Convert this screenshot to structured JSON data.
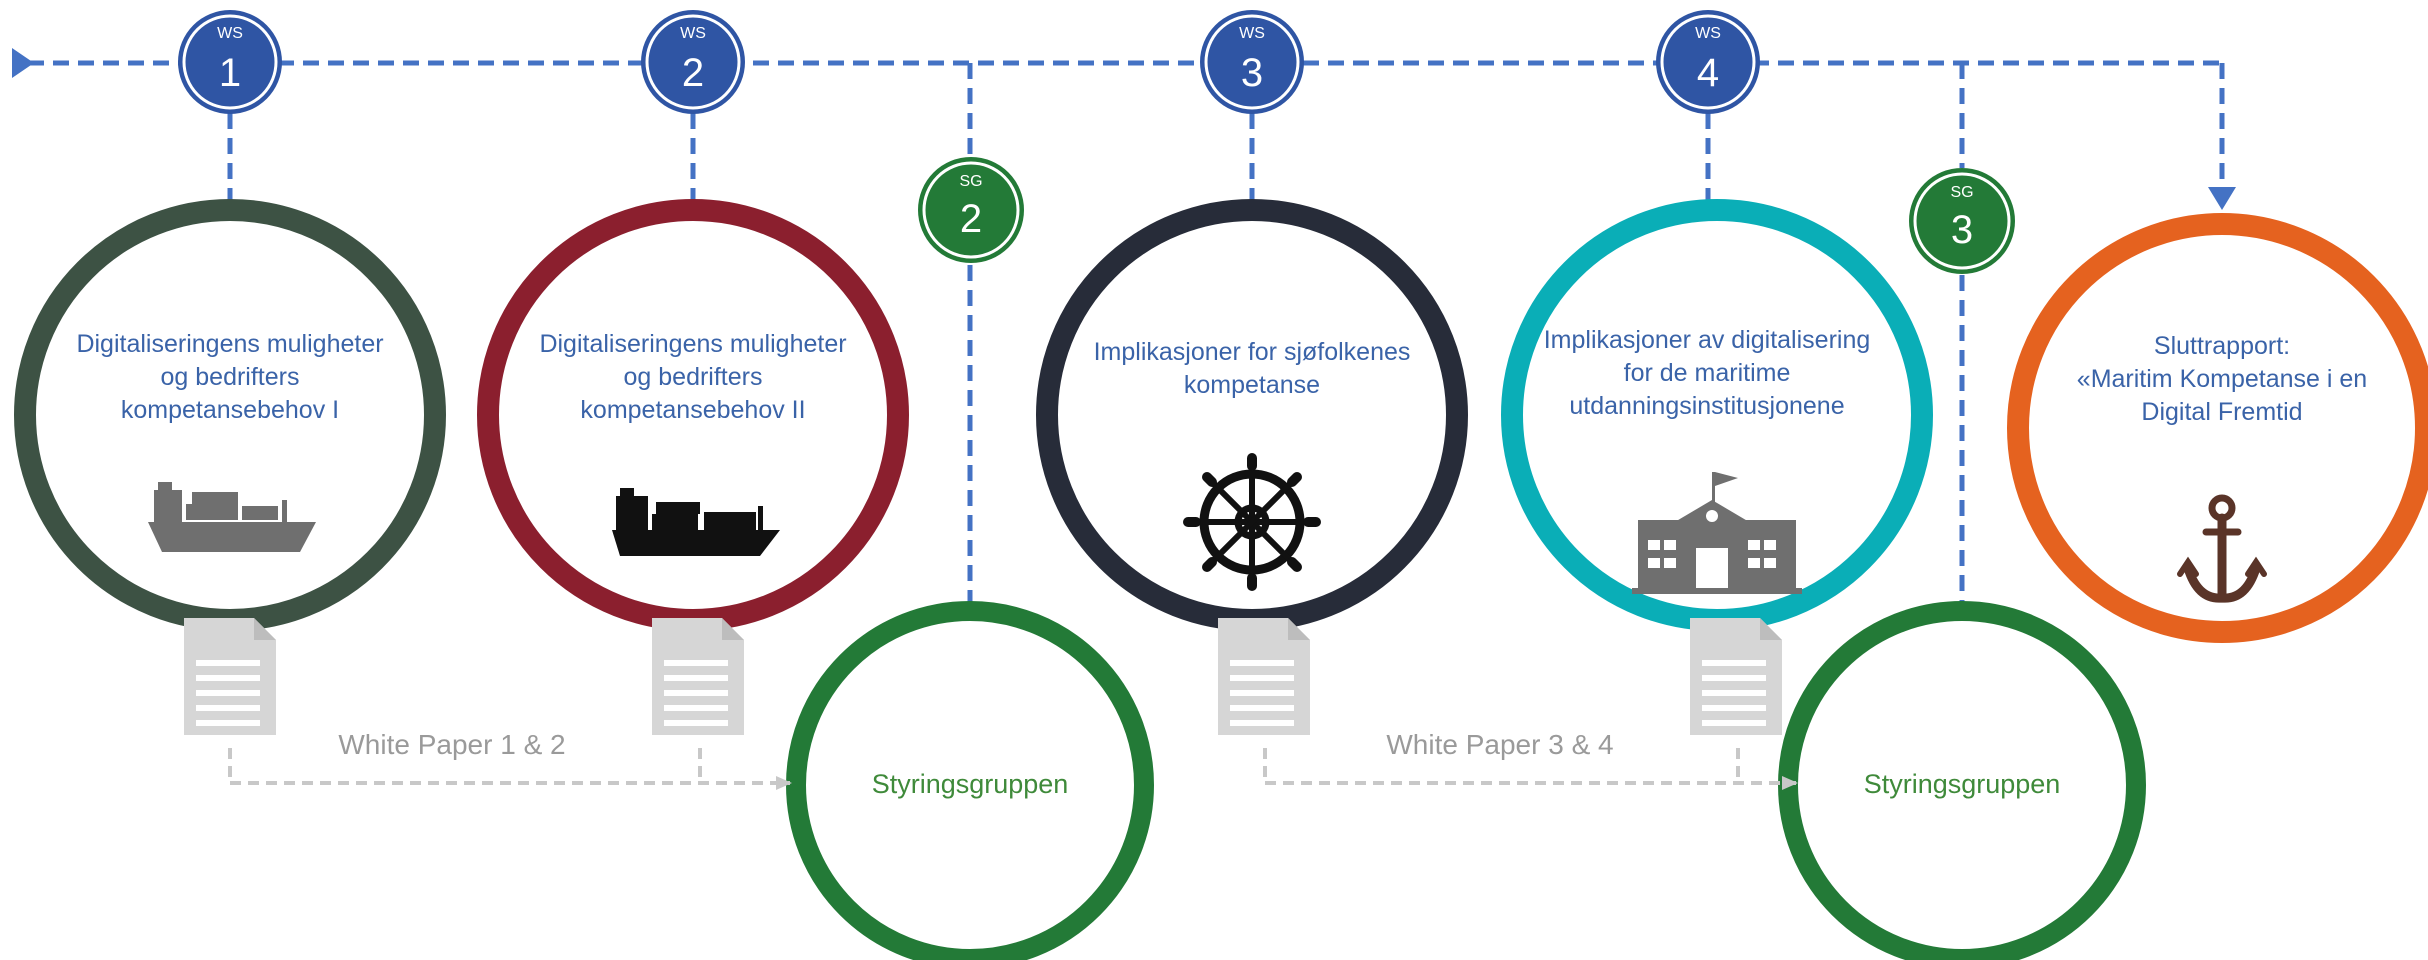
{
  "workstreams": [
    {
      "tag": "WS",
      "number": "1",
      "color": "#3d5244",
      "lines": [
        "Digitaliseringens muligheter",
        "og bedrifters",
        "kompetansebehov I"
      ],
      "icon": "cargo-ship-icon",
      "icon_color": "#6f6f6f"
    },
    {
      "tag": "WS",
      "number": "2",
      "color": "#8b1f2e",
      "lines": [
        "Digitaliseringens muligheter",
        "og bedrifters",
        "kompetansebehov II"
      ],
      "icon": "container-ship-icon",
      "icon_color": "#111111"
    },
    {
      "tag": "WS",
      "number": "3",
      "color": "#272c39",
      "lines": [
        "Implikasjoner for sjøfolkenes",
        "kompetanse"
      ],
      "icon": "ship-wheel-icon",
      "icon_color": "#111111"
    },
    {
      "tag": "WS",
      "number": "4",
      "color": "#0aaeb7",
      "lines": [
        "Implikasjoner av digitalisering",
        "for de maritime",
        "utdanningsinstitusjonene"
      ],
      "icon": "school-building-icon",
      "icon_color": "#6f6f6f"
    }
  ],
  "steering": [
    {
      "tag": "SG",
      "number": "2",
      "label": "Styringsgruppen",
      "color": "#237a37"
    },
    {
      "tag": "SG",
      "number": "3",
      "label": "Styringsgruppen",
      "color": "#237a37"
    }
  ],
  "final": {
    "lines": [
      "Sluttrapport:",
      "«Maritim Kompetanse i en",
      "Digital Fremtid"
    ],
    "color": "#e5621f",
    "icon": "anchor-icon"
  },
  "white_papers": [
    {
      "label": "White Paper 1 & 2"
    },
    {
      "label": "White Paper 3 & 4"
    }
  ],
  "colors": {
    "timeline": "#4472c4",
    "marker_fill": "#2f55a4",
    "document": "#d9d9d9",
    "gray_arrow": "#c8c8c8",
    "label": "#3a63a8",
    "steering_label": "#3f8a3a"
  }
}
